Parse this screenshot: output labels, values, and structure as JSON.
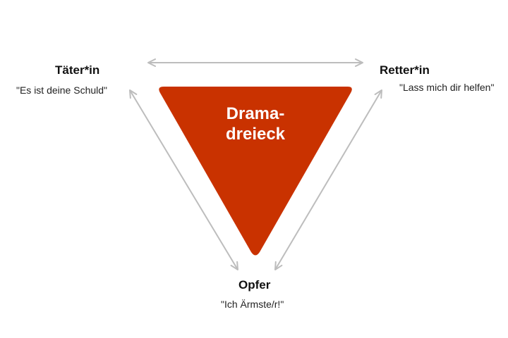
{
  "center": {
    "line1": "Drama-",
    "line2": "dreieck",
    "color": "#c93200"
  },
  "roles": {
    "perpetrator": {
      "title": "Täter*in",
      "quote": "\"Es ist deine Schuld\""
    },
    "rescuer": {
      "title": "Retter*in",
      "quote": "\"Lass mich dir helfen\""
    },
    "victim": {
      "title": "Opfer",
      "quote": "\"Ich Ärmste/r!\""
    }
  },
  "arrow_color": "#bdbdbd",
  "arrows": [
    {
      "from": "Täter*in",
      "to": "Retter*in",
      "bidirectional": true
    },
    {
      "from": "Täter*in",
      "to": "Opfer",
      "bidirectional": true
    },
    {
      "from": "Retter*in",
      "to": "Opfer",
      "bidirectional": true
    }
  ]
}
